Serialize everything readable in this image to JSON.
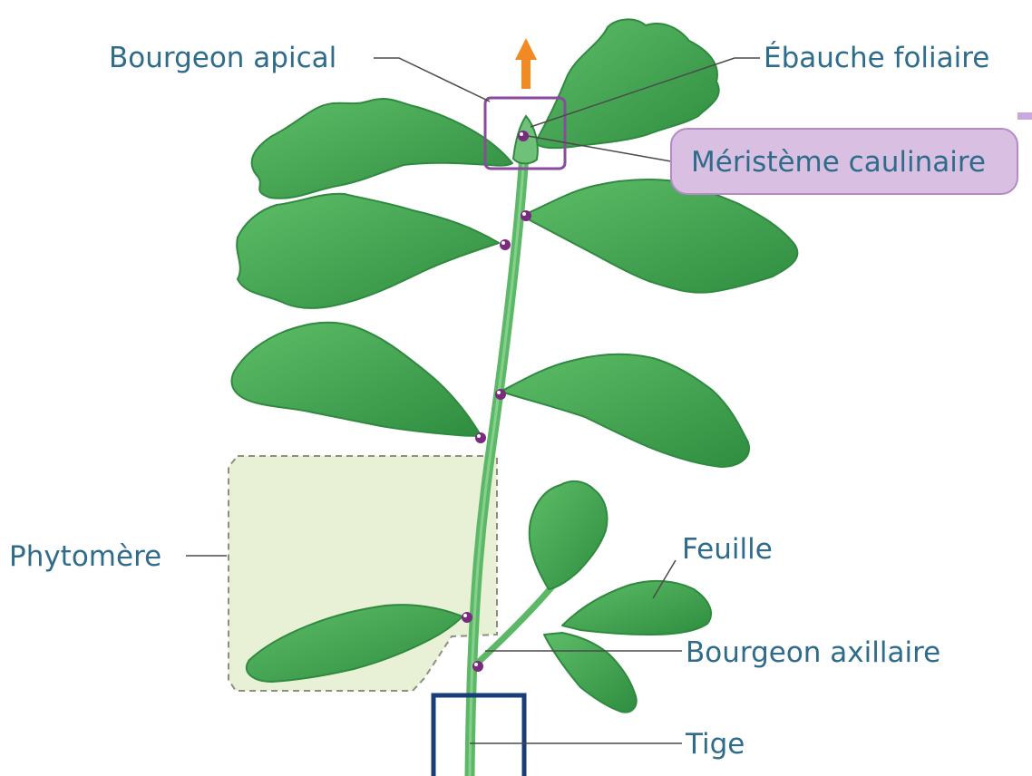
{
  "labels": {
    "bourgeon_apical": "Bourgeon apical",
    "ebauche_foliaire": "Ébauche foliaire",
    "meristeme_caulinaire": "Méristème caulinaire",
    "phytomere": "Phytomère",
    "feuille": "Feuille",
    "bourgeon_axillaire": "Bourgeon axillaire",
    "tige": "Tige"
  },
  "colors": {
    "label_text": "#2f6c8b",
    "leaf_fill": "#4caf5a",
    "leaf_dark": "#2e8b3e",
    "stem": "#5cb866",
    "bud": "#7a2a7f",
    "bud_highlight": "#ffffff",
    "meristem_box_stroke": "#8a4a9e",
    "meristem_label_bg": "#d9c0e2",
    "phytomere_fill": "#e6efd2",
    "phytomere_stroke": "#8a8a7a",
    "tige_box_stroke": "#1a3d7a",
    "growth_arrow": "#f28a24"
  }
}
